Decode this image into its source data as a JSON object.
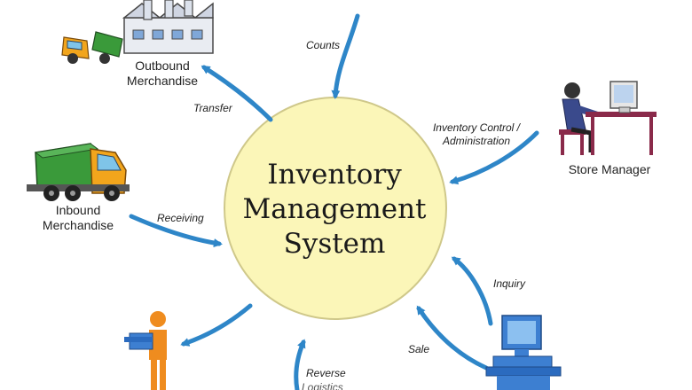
{
  "center": {
    "lines": [
      "Inventory",
      "Management",
      "System"
    ],
    "fill_color": "#fbf6b8",
    "stroke_color": "#cfc88a"
  },
  "nodes": {
    "outbound": {
      "lines": [
        "Outbound",
        "Merchandise"
      ],
      "icon": "factory-truck-icon"
    },
    "inbound": {
      "lines": [
        "Inbound",
        "Merchandise"
      ],
      "icon": "truck-icon"
    },
    "store_manager": {
      "label": "Store Manager",
      "icon": "person-at-computer-icon"
    },
    "counts_source": {
      "icon": "offscreen-node"
    },
    "customer": {
      "icon": "person-with-box-icon"
    },
    "pos_terminal": {
      "icon": "computer-terminal-icon"
    }
  },
  "flows": {
    "counts": "Counts",
    "transfer": "Transfer",
    "inventory_control": [
      "Inventory Control /",
      "Administration"
    ],
    "receiving": "Receiving",
    "inquiry": "Inquiry",
    "sale": "Sale",
    "reverse": "Reverse",
    "reverse_cut": "Logistics"
  },
  "colors": {
    "arrow": "#2e86c8",
    "truck_cab": "#f2a51c",
    "truck_cargo": "#3a9a3a",
    "person": "#ef8c1f",
    "computer": "#3d7fd1",
    "manager_shirt": "#3a4a8c",
    "desk": "#8a2a4a"
  }
}
